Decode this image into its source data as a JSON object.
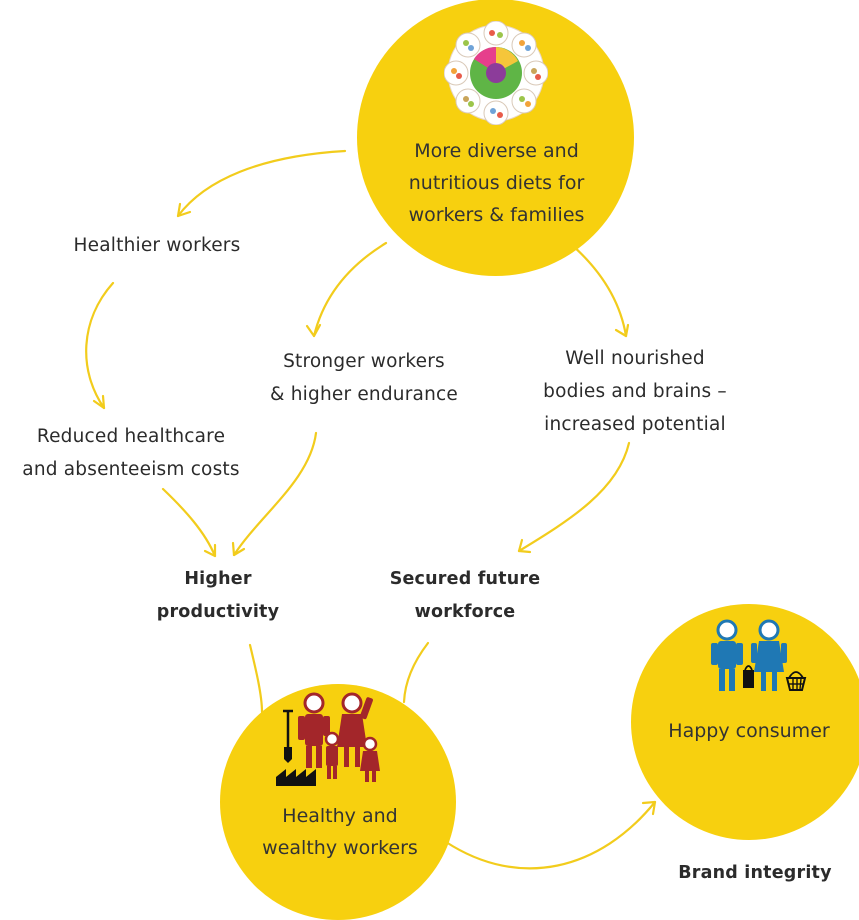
{
  "circles": {
    "diets": {
      "line1": "More diverse and",
      "line2": "nutritious diets for",
      "line3": "workers & families",
      "icon": "food-wheel-icon"
    },
    "workers": {
      "line1": "Healthy and",
      "line2": "wealthy workers",
      "icon": "worker-family-icon"
    },
    "consumer": {
      "line1": "Happy consumer",
      "icon": "shoppers-icon"
    }
  },
  "labels": {
    "healthier": "Healthier workers",
    "stronger_1": "Stronger workers",
    "stronger_2": "& higher endurance",
    "nourished_1": "Well nourished",
    "nourished_2": "bodies and brains –",
    "nourished_3": "increased potential",
    "reduced_1": "Reduced healthcare",
    "reduced_2": "and absenteeism costs",
    "productivity_1": "Higher",
    "productivity_2": "productivity",
    "future_1": "Secured future",
    "future_2": "workforce",
    "brand": "Brand integrity"
  },
  "colors": {
    "accent_yellow": "#f7d00f",
    "arrow_yellow": "#f2cc1c",
    "worker_red": "#a3262a",
    "shopper_blue": "#1f78b4"
  }
}
